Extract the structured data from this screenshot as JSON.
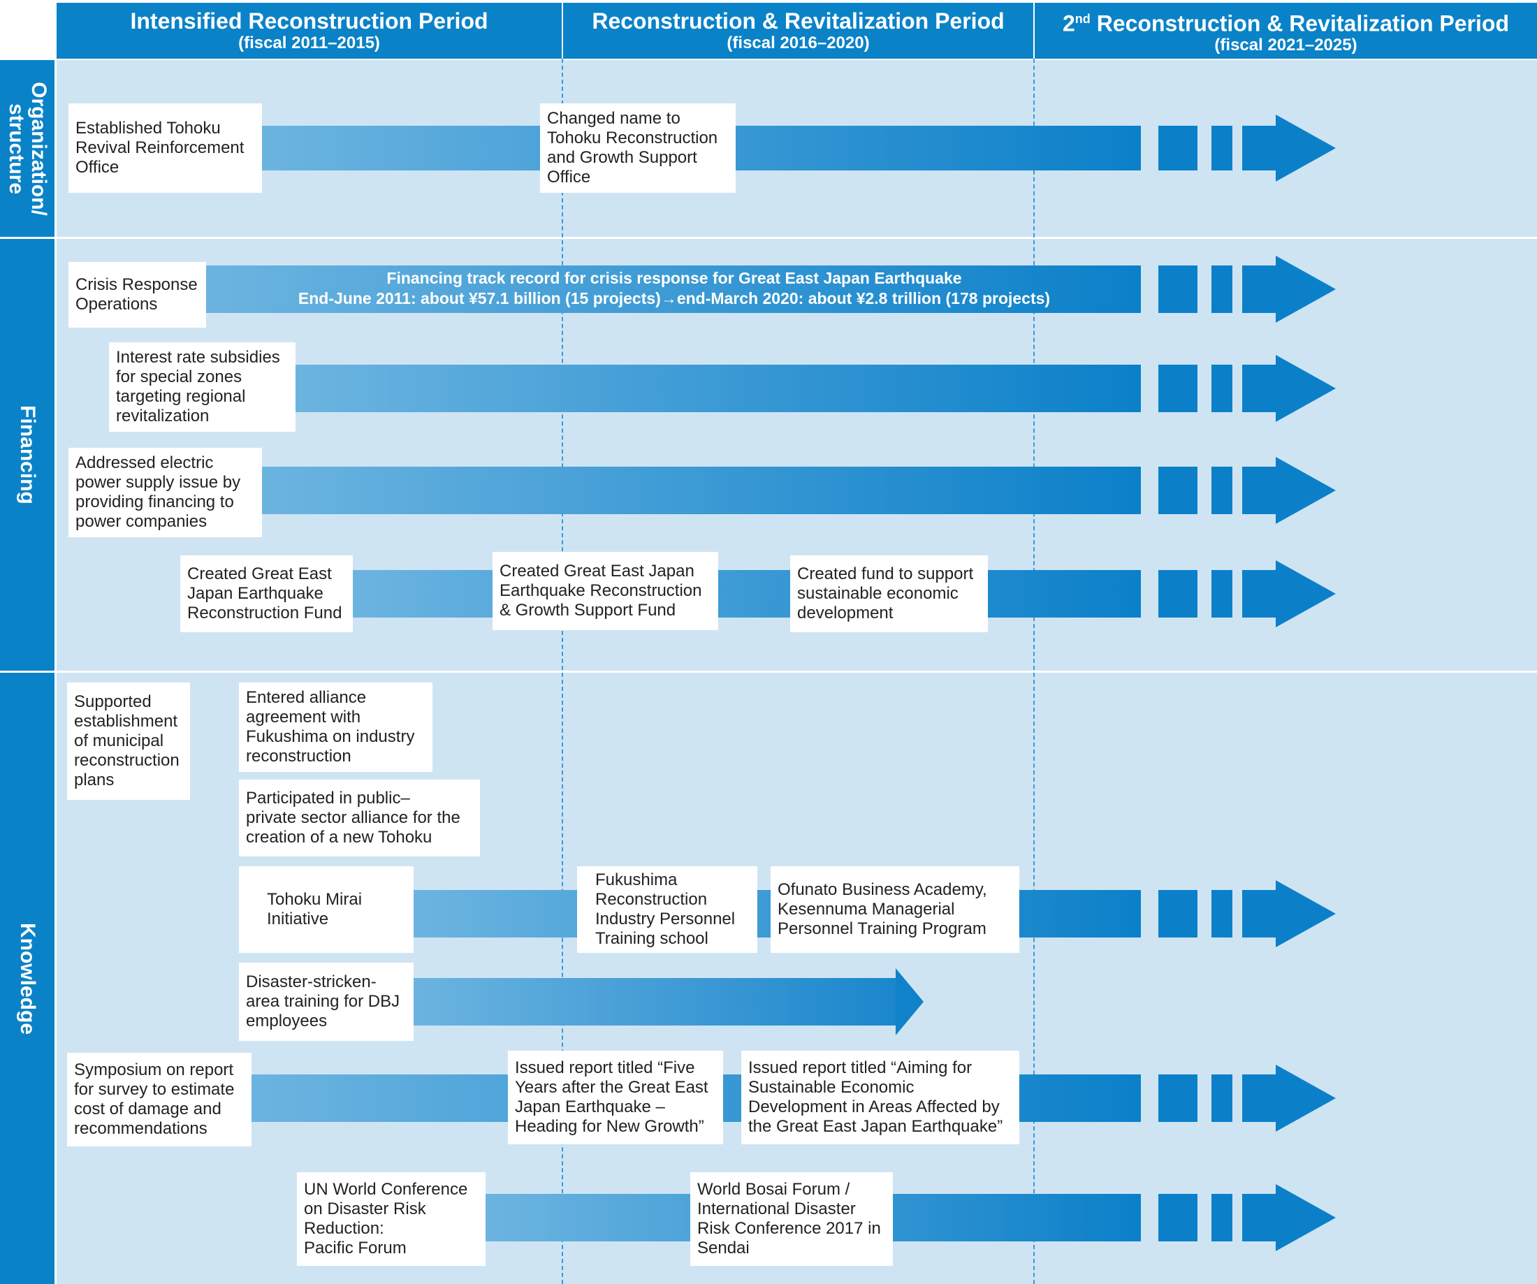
{
  "periods": [
    {
      "title": "Intensified Reconstruction Period",
      "years": "(fiscal 2011–2015)"
    },
    {
      "title": "Reconstruction & Revitalization Period",
      "years": "(fiscal 2016–2020)"
    },
    {
      "title_prefix": "2",
      "title_sup": "nd",
      "title": " Reconstruction & Revitalization Period",
      "years": "(fiscal 2021–2025)"
    }
  ],
  "sections": {
    "organization": "Organization/\nstructure",
    "financing": "Financing",
    "knowledge": "Knowledge"
  },
  "organization": {
    "established": "Established Tohoku\nRevival Reinforcement\nOffice",
    "changed_name": "Changed name to\nTohoku Reconstruction\nand Growth Support\nOffice"
  },
  "financing": {
    "crisis": "Crisis Response\nOperations",
    "track_record_line1": "Financing track record for crisis response for Great East Japan Earthquake",
    "track_record_line2": "End-June 2011: about ¥57.1 billion (15 projects)→end-March 2020: about ¥2.8 trillion (178 projects)",
    "interest": "Interest rate subsidies\nfor special zones\ntargeting regional\nrevitalization",
    "electric": "Addressed electric\npower supply issue by\nproviding financing to\npower companies",
    "fund1": "Created Great East\nJapan Earthquake\nReconstruction Fund",
    "fund2": "Created Great East Japan\nEarthquake Reconstruction\n& Growth Support Fund",
    "fund3": "Created fund to support\nsustainable economic\ndevelopment"
  },
  "knowledge": {
    "municipal": "Supported\nestablishment\nof municipal\nreconstruction\nplans",
    "alliance_fukushima": "Entered alliance\nagreement with\nFukushima on industry\nreconstruction",
    "public_private": "Participated in public–\nprivate sector alliance for the\ncreation of a new Tohoku",
    "mirai": "Tohoku Mirai\nInitiative",
    "fukushima_school": "Fukushima\nReconstruction\nIndustry Personnel\nTraining school",
    "ofunato": "Ofunato Business Academy,\nKesennuma Managerial\nPersonnel Training Program",
    "training": "Disaster-stricken-\narea training for DBJ\nemployees",
    "symposium": "Symposium on report\nfor survey to estimate\ncost of damage and\nrecommendations",
    "report1": "Issued report titled “Five\nYears after the Great East\nJapan Earthquake –\nHeading for New Growth”",
    "report2": "Issued report titled “Aiming for\nSustainable Economic\nDevelopment in Areas Affected by\nthe Great East Japan Earthquake”",
    "un_conference": "UN World Conference\non Disaster Risk\nReduction:\nPacific Forum",
    "bosai": "World Bosai Forum /\nInternational Disaster\nRisk Conference 2017 in\nSendai"
  },
  "colors": {
    "header": "#0a82c8",
    "section_bg": "#cfe4f3",
    "arrow": "#0b80c9"
  }
}
